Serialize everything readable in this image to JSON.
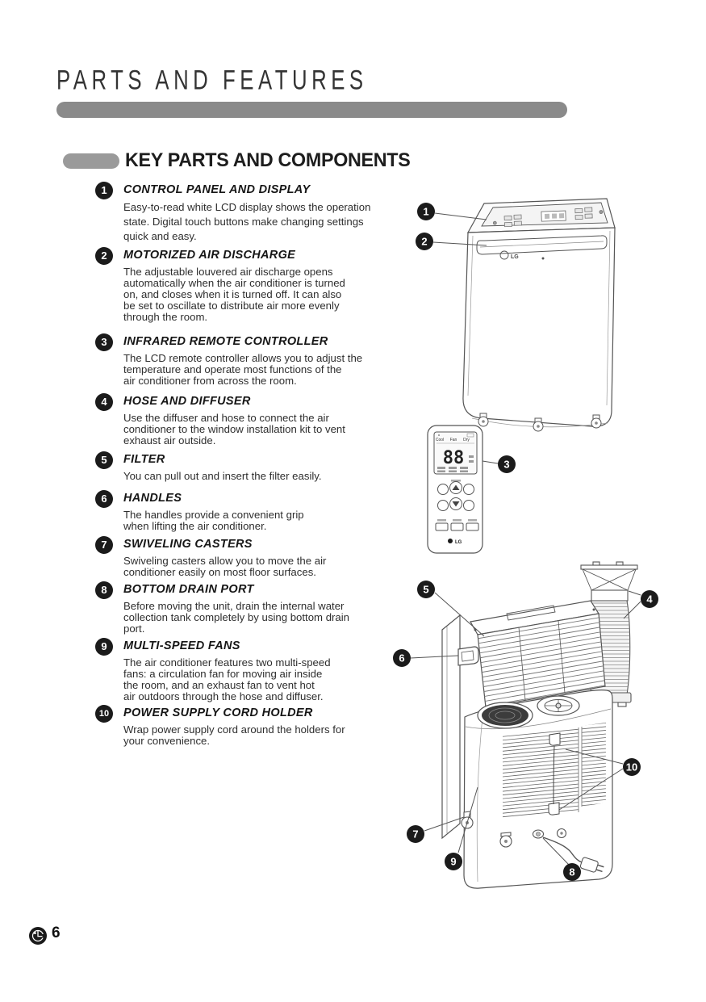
{
  "header": {
    "title": "PARTS AND FEATURES",
    "section_title": "KEY PARTS AND COMPONENTS"
  },
  "parts": [
    {
      "num": "1",
      "title": "CONTROL PANEL AND DISPLAY",
      "desc": "Easy-to-read white LCD display shows the operation\nstate. Digital touch buttons make changing settings\nquick and easy."
    },
    {
      "num": "2",
      "title": "MOTORIZED AIR DISCHARGE",
      "desc": "The adjustable louvered air discharge opens\nautomatically when the air conditioner is turned\non, and closes when it is turned off. It can also\nbe set to oscillate to distribute air more evenly\nthrough the room."
    },
    {
      "num": "3",
      "title": "INFRARED REMOTE CONTROLLER",
      "desc": "The LCD remote controller allows you to adjust the\ntemperature and operate most functions of the\nair conditioner from across the room."
    },
    {
      "num": "4",
      "title": "HOSE AND DIFFUSER",
      "desc": "Use the diffuser and hose to connect the air\nconditioner to the window installation kit to vent\nexhaust air outside."
    },
    {
      "num": "5",
      "title": "FILTER",
      "desc": "You can pull out and insert the filter easily."
    },
    {
      "num": "6",
      "title": "HANDLES",
      "desc": "The handles provide a convenient grip\nwhen lifting the air conditioner."
    },
    {
      "num": "7",
      "title": "SWIVELING CASTERS",
      "desc": "Swiveling casters allow you to move the air\nconditioner easily on most floor surfaces."
    },
    {
      "num": "8",
      "title": "BOTTOM DRAIN PORT",
      "desc": "Before moving the unit, drain the internal water\ncollection tank completely by using bottom drain\nport."
    },
    {
      "num": "9",
      "title": "MULTI-SPEED FANS",
      "desc": "The air conditioner features two multi-speed\nfans: a circulation fan for moving air inside\nthe room, and an exhaust fan to vent hot\nair outdoors through the hose and diffuser."
    },
    {
      "num": "10",
      "title": "POWER SUPPLY CORD HOLDER",
      "desc": "Wrap power supply cord around the holders for\nyour convenience."
    }
  ],
  "illustrations": {
    "front_view": {
      "brand": "LG"
    },
    "remote": {
      "display_value": "88",
      "brand": "LG",
      "lcd_modes": [
        "Cool",
        "Fan",
        "Dry"
      ]
    }
  },
  "footer": {
    "page_number": "6"
  },
  "colors": {
    "header_rule": "#8a8a8a",
    "section_pill": "#9a9a9a",
    "callout_bg": "#1b1b1b",
    "text": "#2d2d2d"
  }
}
